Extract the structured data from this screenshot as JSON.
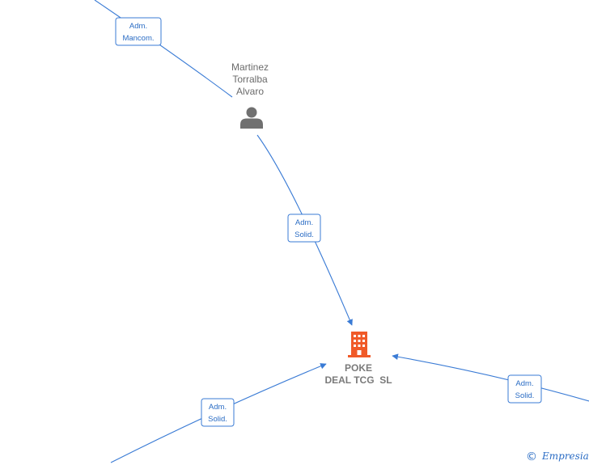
{
  "nodes": {
    "person": {
      "name_lines": [
        "Martinez",
        "Torralba",
        "Alvaro"
      ],
      "icon": "person-icon",
      "color": "#707070"
    },
    "company": {
      "name_lines": [
        "POKE",
        "DEAL TCG  SL"
      ],
      "icon": "building-icon",
      "color": "#f05a28"
    }
  },
  "edges": [
    {
      "id": "top-left",
      "label_lines": [
        "Adm.",
        "Mancom."
      ]
    },
    {
      "id": "person-company",
      "label_lines": [
        "Adm.",
        "Solid."
      ]
    },
    {
      "id": "bottom-left",
      "label_lines": [
        "Adm.",
        "Solid."
      ]
    },
    {
      "id": "right",
      "label_lines": [
        "Adm.",
        "Solid."
      ]
    }
  ],
  "footer": {
    "copyright_symbol": "©",
    "brand": "Empresia"
  },
  "colors": {
    "edge": "#3a7bd5",
    "label_text": "#2a6cc4"
  }
}
